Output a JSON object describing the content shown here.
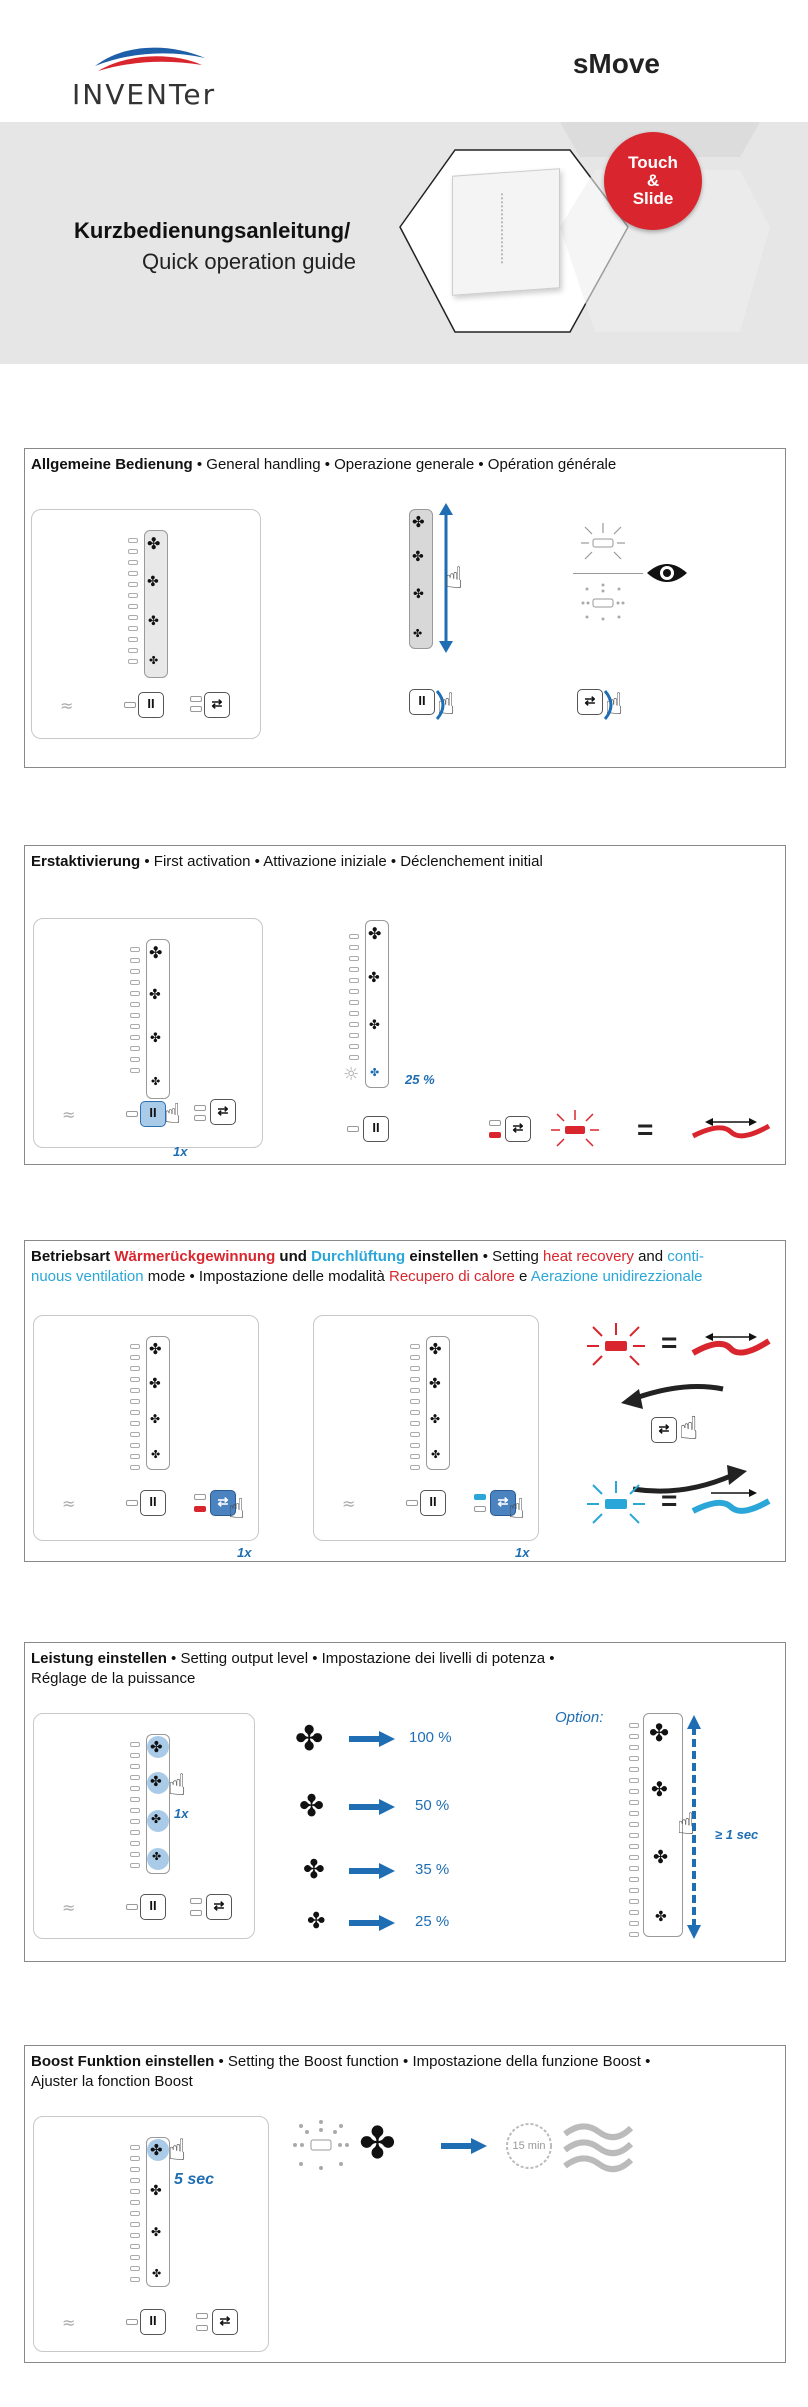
{
  "header": {
    "brand": "INVENTer",
    "product": "sMove"
  },
  "hero": {
    "title_de": "Kurzbedienungsanleitung/",
    "title_en": "Quick operation guide",
    "badge": [
      "Touch",
      "&",
      "Slide"
    ]
  },
  "sections": {
    "general": {
      "title_bold": "Allgemeine Bedienung",
      "title_rest": " • General handling • Operazione generale • Opération générale"
    },
    "first": {
      "title_bold": "Erstaktivierung",
      "title_rest": " • First activation • Attivazione iniziale • Déclenchement initial",
      "press_label": "1x",
      "pct_label": "25 %",
      "equals": "="
    },
    "mode": {
      "t1": "Betriebsart ",
      "t2": "Wärmerückgewinnung",
      "t3": " und ",
      "t4": "Durchlüftung",
      "t5": " einstellen",
      "t6": " • Setting ",
      "t7": "heat recovery",
      "t8": " and ",
      "t9": "conti-",
      "t10": "nuous ventilation",
      "t11": " mode • Impostazione delle modalità ",
      "t12": "Recupero di calore",
      "t13": " e ",
      "t14": "Aerazione unidirezzionale",
      "press_label_1": "1x",
      "press_label_2": "1x",
      "equals_1": "=",
      "equals_2": "="
    },
    "level": {
      "title_bold": "Leistung einstellen",
      "title_rest": " • Setting output level • Impostazione dei livelli di potenza •",
      "title_line2": "Réglage de la puissance",
      "press_label": "1x",
      "levels": [
        "100 %",
        "50 %",
        "35 %",
        "25 %"
      ],
      "option_label": "Option:",
      "hold_label": "≥ 1 sec"
    },
    "boost": {
      "title_bold": "Boost Funktion einstellen",
      "title_rest": " • Setting the Boost function • Impostazione della funzione Boost •",
      "title_line2": "Ajuster la fonction Boost",
      "hold_label": "5 sec",
      "timer_label": "15 min"
    }
  },
  "colors": {
    "accent_blue": "#1f6eb4",
    "heat_red": "#d9262e",
    "vent_blue": "#2aa6d8"
  }
}
